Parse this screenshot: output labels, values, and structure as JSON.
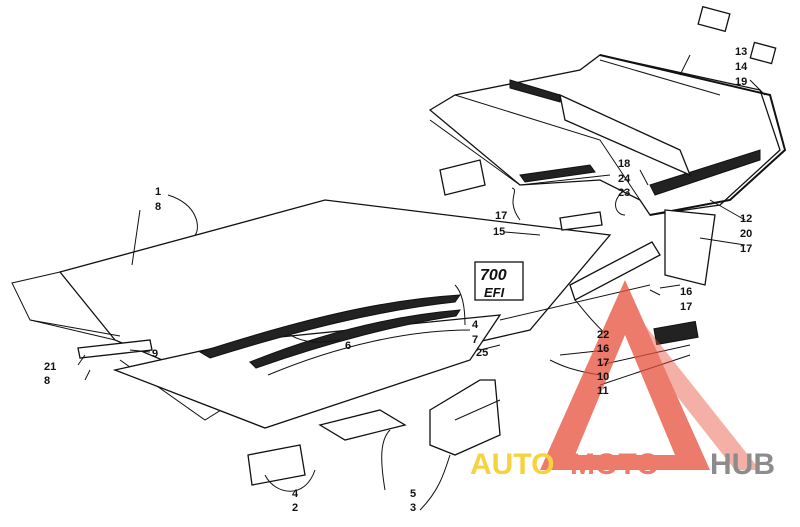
{
  "decal": {
    "line1": "700",
    "line2": "EFI"
  },
  "watermark": {
    "part1": "AUTO",
    "part2": "MOTO",
    "part3": "HUB",
    "colors": {
      "auto": "#f5c400",
      "moto": "#e8503a",
      "hub": "#666666",
      "triangle": "#e8503a"
    }
  },
  "callouts": [
    {
      "id": "c1",
      "text": "1"
    },
    {
      "id": "c8a",
      "text": "8"
    },
    {
      "id": "c13",
      "text": "13"
    },
    {
      "id": "c14",
      "text": "14"
    },
    {
      "id": "c19",
      "text": "19"
    },
    {
      "id": "c18",
      "text": "18"
    },
    {
      "id": "c24",
      "text": "24"
    },
    {
      "id": "c23",
      "text": "23"
    },
    {
      "id": "c17a",
      "text": "17"
    },
    {
      "id": "c15",
      "text": "15"
    },
    {
      "id": "c12",
      "text": "12"
    },
    {
      "id": "c20",
      "text": "20"
    },
    {
      "id": "c17b",
      "text": "17"
    },
    {
      "id": "c16a",
      "text": "16"
    },
    {
      "id": "c17c",
      "text": "17"
    },
    {
      "id": "c4a",
      "text": "4"
    },
    {
      "id": "c7",
      "text": "7"
    },
    {
      "id": "c6",
      "text": "6"
    },
    {
      "id": "c22",
      "text": "22"
    },
    {
      "id": "c16b",
      "text": "16"
    },
    {
      "id": "c17d",
      "text": "17"
    },
    {
      "id": "c25",
      "text": "25"
    },
    {
      "id": "c10",
      "text": "10"
    },
    {
      "id": "c11",
      "text": "11"
    },
    {
      "id": "c21",
      "text": "21"
    },
    {
      "id": "c9",
      "text": "9"
    },
    {
      "id": "c8b",
      "text": "8"
    },
    {
      "id": "c4b",
      "text": "4"
    },
    {
      "id": "c2",
      "text": "2"
    },
    {
      "id": "c5",
      "text": "5"
    },
    {
      "id": "c3",
      "text": "3"
    }
  ]
}
